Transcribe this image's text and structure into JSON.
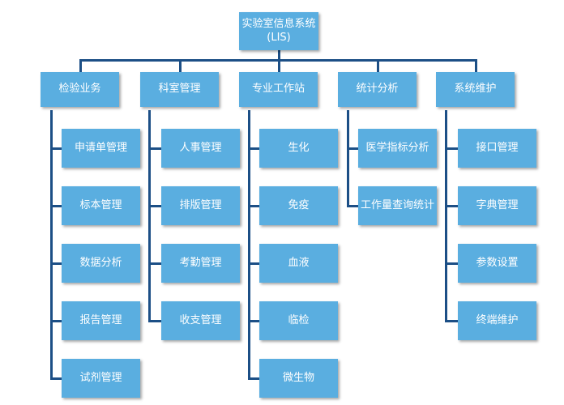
{
  "root": {
    "title": "实验室信息系统",
    "subtitle": "(LIS)"
  },
  "modules": [
    {
      "label": "检验业务",
      "items": [
        "申请单管理",
        "标本管理",
        "数据分析",
        "报告管理",
        "试剂管理"
      ]
    },
    {
      "label": "科室管理",
      "items": [
        "人事管理",
        "排版管理",
        "考勤管理",
        "收支管理"
      ]
    },
    {
      "label": "专业工作站",
      "items": [
        "生化",
        "免疫",
        "血液",
        "临检",
        "微生物"
      ]
    },
    {
      "label": "统计分析",
      "items": [
        "医学指标分析",
        "工作量查询统计"
      ]
    },
    {
      "label": "系统维护",
      "items": [
        "接口管理",
        "字典管理",
        "参数设置",
        "终端维护"
      ]
    }
  ],
  "colors": {
    "box": "#5aaee0",
    "line": "#1c4f86",
    "text": "#ffffff"
  }
}
